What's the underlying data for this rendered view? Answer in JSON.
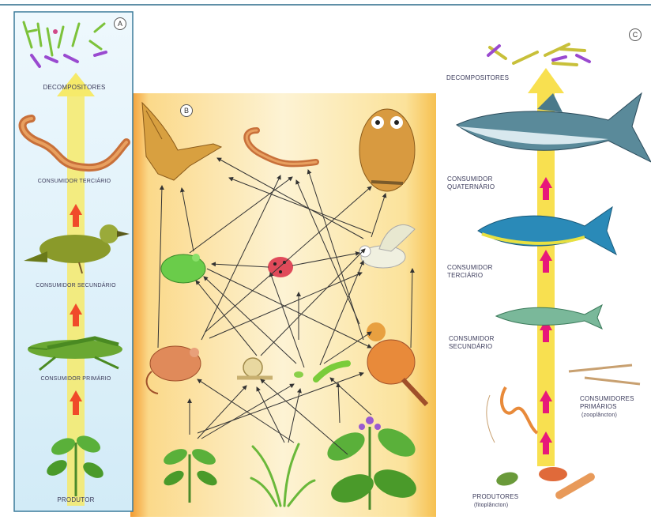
{
  "panel_a": {
    "badge": "A",
    "labels": {
      "decomposers": "DECOMPOSITORES",
      "tertiary": "CONSUMIDOR TERCIÁRIO",
      "secondary": "CONSUMIDOR SECUNDÁRIO",
      "primary": "CONSUMIDOR PRIMÁRIO",
      "producer": "PRODUTOR"
    }
  },
  "panel_b": {
    "badge": "B"
  },
  "panel_c": {
    "badge": "C",
    "labels": {
      "decomposers": "DECOMPOSITORES",
      "quaternary_1": "CONSUMIDOR",
      "quaternary_2": "QUATERNÁRIO",
      "tertiary_1": "CONSUMIDOR",
      "tertiary_2": "TERCIÁRIO",
      "secondary_1": "CONSUMIDOR",
      "secondary_2": "SECUNDÁRIO",
      "primary_1": "CONSUMIDORES",
      "primary_2": "PRIMÁRIOS",
      "primary_3": "(zooplâncton)",
      "producers_1": "PRODUTORES",
      "producers_2": "(fitoplâncton)"
    }
  },
  "colors": {
    "panel_a_bg": "#d9eef8",
    "panel_b_bg": "#fbe9b8",
    "panel_b_edge": "#f2a23a",
    "arrow_yellow": "#f8e85a",
    "arrow_red": "#f04a2a",
    "arrow_pink": "#e8187a",
    "label_text": "#3a3a5a"
  },
  "icons": [
    "fungi-decomposer-icon",
    "snake-icon",
    "bird-icon",
    "grasshopper-icon",
    "plant-icon",
    "hawk-icon",
    "owl-icon",
    "frog-icon",
    "ladybug-icon",
    "dove-icon",
    "mouse-icon",
    "snail-icon",
    "caterpillar-icon",
    "finch-icon",
    "shark-icon",
    "tuna-icon",
    "sardine-icon",
    "zooplankton-icon",
    "phytoplankton-icon"
  ]
}
